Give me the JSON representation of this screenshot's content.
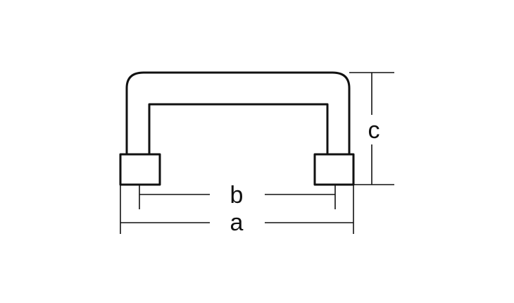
{
  "diagram": {
    "labels": {
      "a": "a",
      "b": "b",
      "c": "c"
    },
    "line_color": "#111111",
    "background": "#ffffff"
  }
}
